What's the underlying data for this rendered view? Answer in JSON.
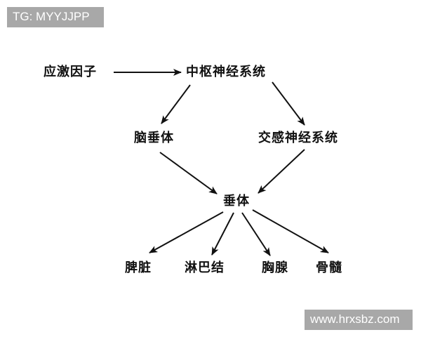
{
  "watermarks": {
    "top": "TG: MYYJJPP",
    "bottom": "www.hrxsbz.com"
  },
  "diagram": {
    "nodes": {
      "stress_factor": "应激因子",
      "cns": "中枢神经系统",
      "pituitary": "脑垂体",
      "sympathetic": "交感神经系统",
      "hypophysis": "垂体",
      "spleen": "脾脏",
      "lymph_node": "淋巴结",
      "thymus": "胸腺",
      "bone_marrow": "骨髓"
    },
    "edges": [
      {
        "from": "stress_factor",
        "to": "cns"
      },
      {
        "from": "cns",
        "to": "pituitary"
      },
      {
        "from": "cns",
        "to": "sympathetic"
      },
      {
        "from": "pituitary",
        "to": "hypophysis"
      },
      {
        "from": "sympathetic",
        "to": "hypophysis"
      },
      {
        "from": "hypophysis",
        "to": "spleen"
      },
      {
        "from": "hypophysis",
        "to": "lymph_node"
      },
      {
        "from": "hypophysis",
        "to": "thymus"
      },
      {
        "from": "hypophysis",
        "to": "bone_marrow"
      }
    ],
    "colors": {
      "ink": "#111111",
      "watermark_bg": "#a8a8a8",
      "watermark_text": "#ffffff"
    }
  }
}
